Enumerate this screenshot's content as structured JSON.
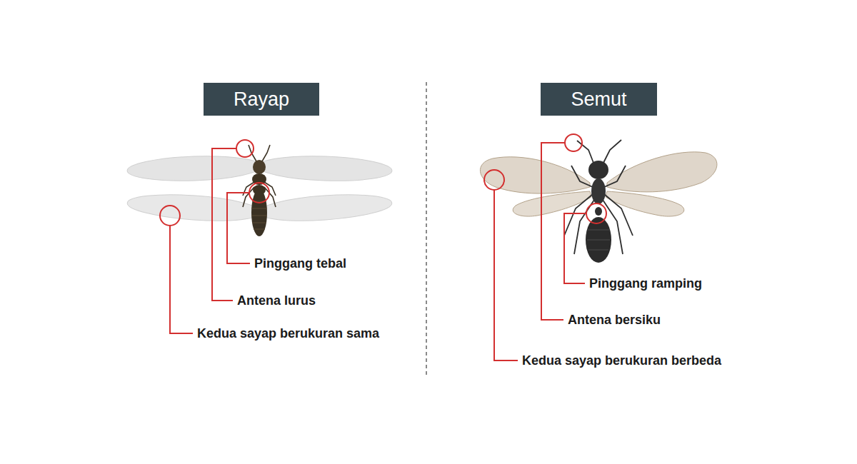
{
  "diagram": {
    "nodes": [
      {
        "text": [
          "Rayap"
        ]
      },
      {
        "text": [
          "Semut"
        ]
      }
    ],
    "labels": [
      "Pinggang tebal",
      "Antena lurus",
      "Kedua sayap berukuran sama",
      "Pinggang ramping",
      "Antena bersiku",
      "Kedua sayap berukuran berbeda"
    ]
  }
}
